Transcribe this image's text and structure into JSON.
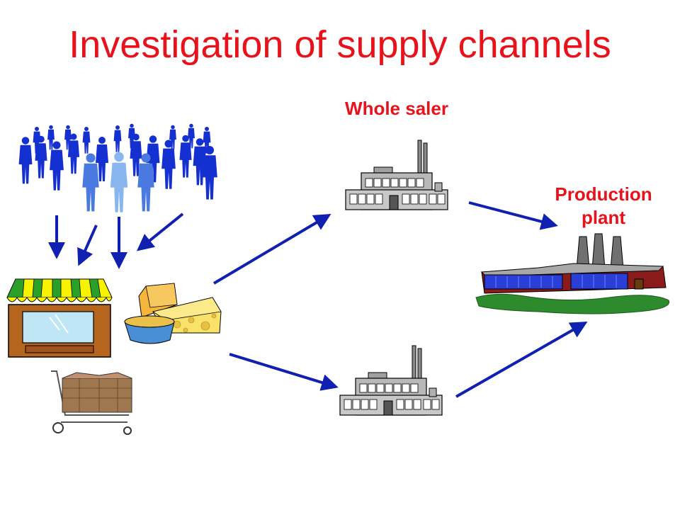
{
  "title": "Investigation of supply channels",
  "nodes": {
    "wholesaler": {
      "label": "Whole saler"
    },
    "production_plant": {
      "label_line1": "Production",
      "label_line2": "plant"
    }
  },
  "icons": {
    "consumers": "crowd-of-people-icon",
    "shop": "shop-storefront-icon",
    "food": "cheese-and-bowl-icon",
    "cart": "shopping-cart-icon",
    "wholesaler_top": "factory-building-icon",
    "wholesaler_bottom": "factory-building-icon",
    "plant": "production-plant-icon"
  },
  "colors": {
    "title": "#e8121a",
    "labels": "#e8121a",
    "arrows": "#1020b0",
    "people": "#1530d0",
    "people_light": "#7aa8ee"
  }
}
